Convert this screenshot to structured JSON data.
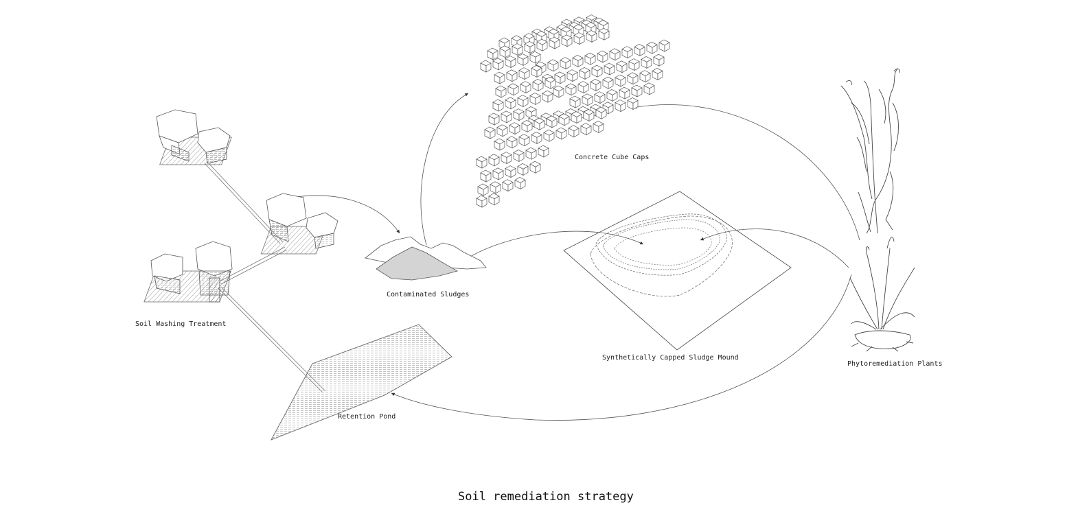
{
  "title": "Soil remediation strategy",
  "nodes": {
    "soil_washing": "Soil Washing Treatment",
    "sludges": "Contaminated Sludges",
    "cube_caps": "Concrete Cube Caps",
    "sludge_mound": "Synthetically Capped Sludge Mound",
    "plants": "Phytoremediation Plants",
    "pond": "Retention Pond"
  },
  "colors": {
    "line": "#555555",
    "sludge_fill": "#d4d4d4",
    "text": "#222222"
  }
}
